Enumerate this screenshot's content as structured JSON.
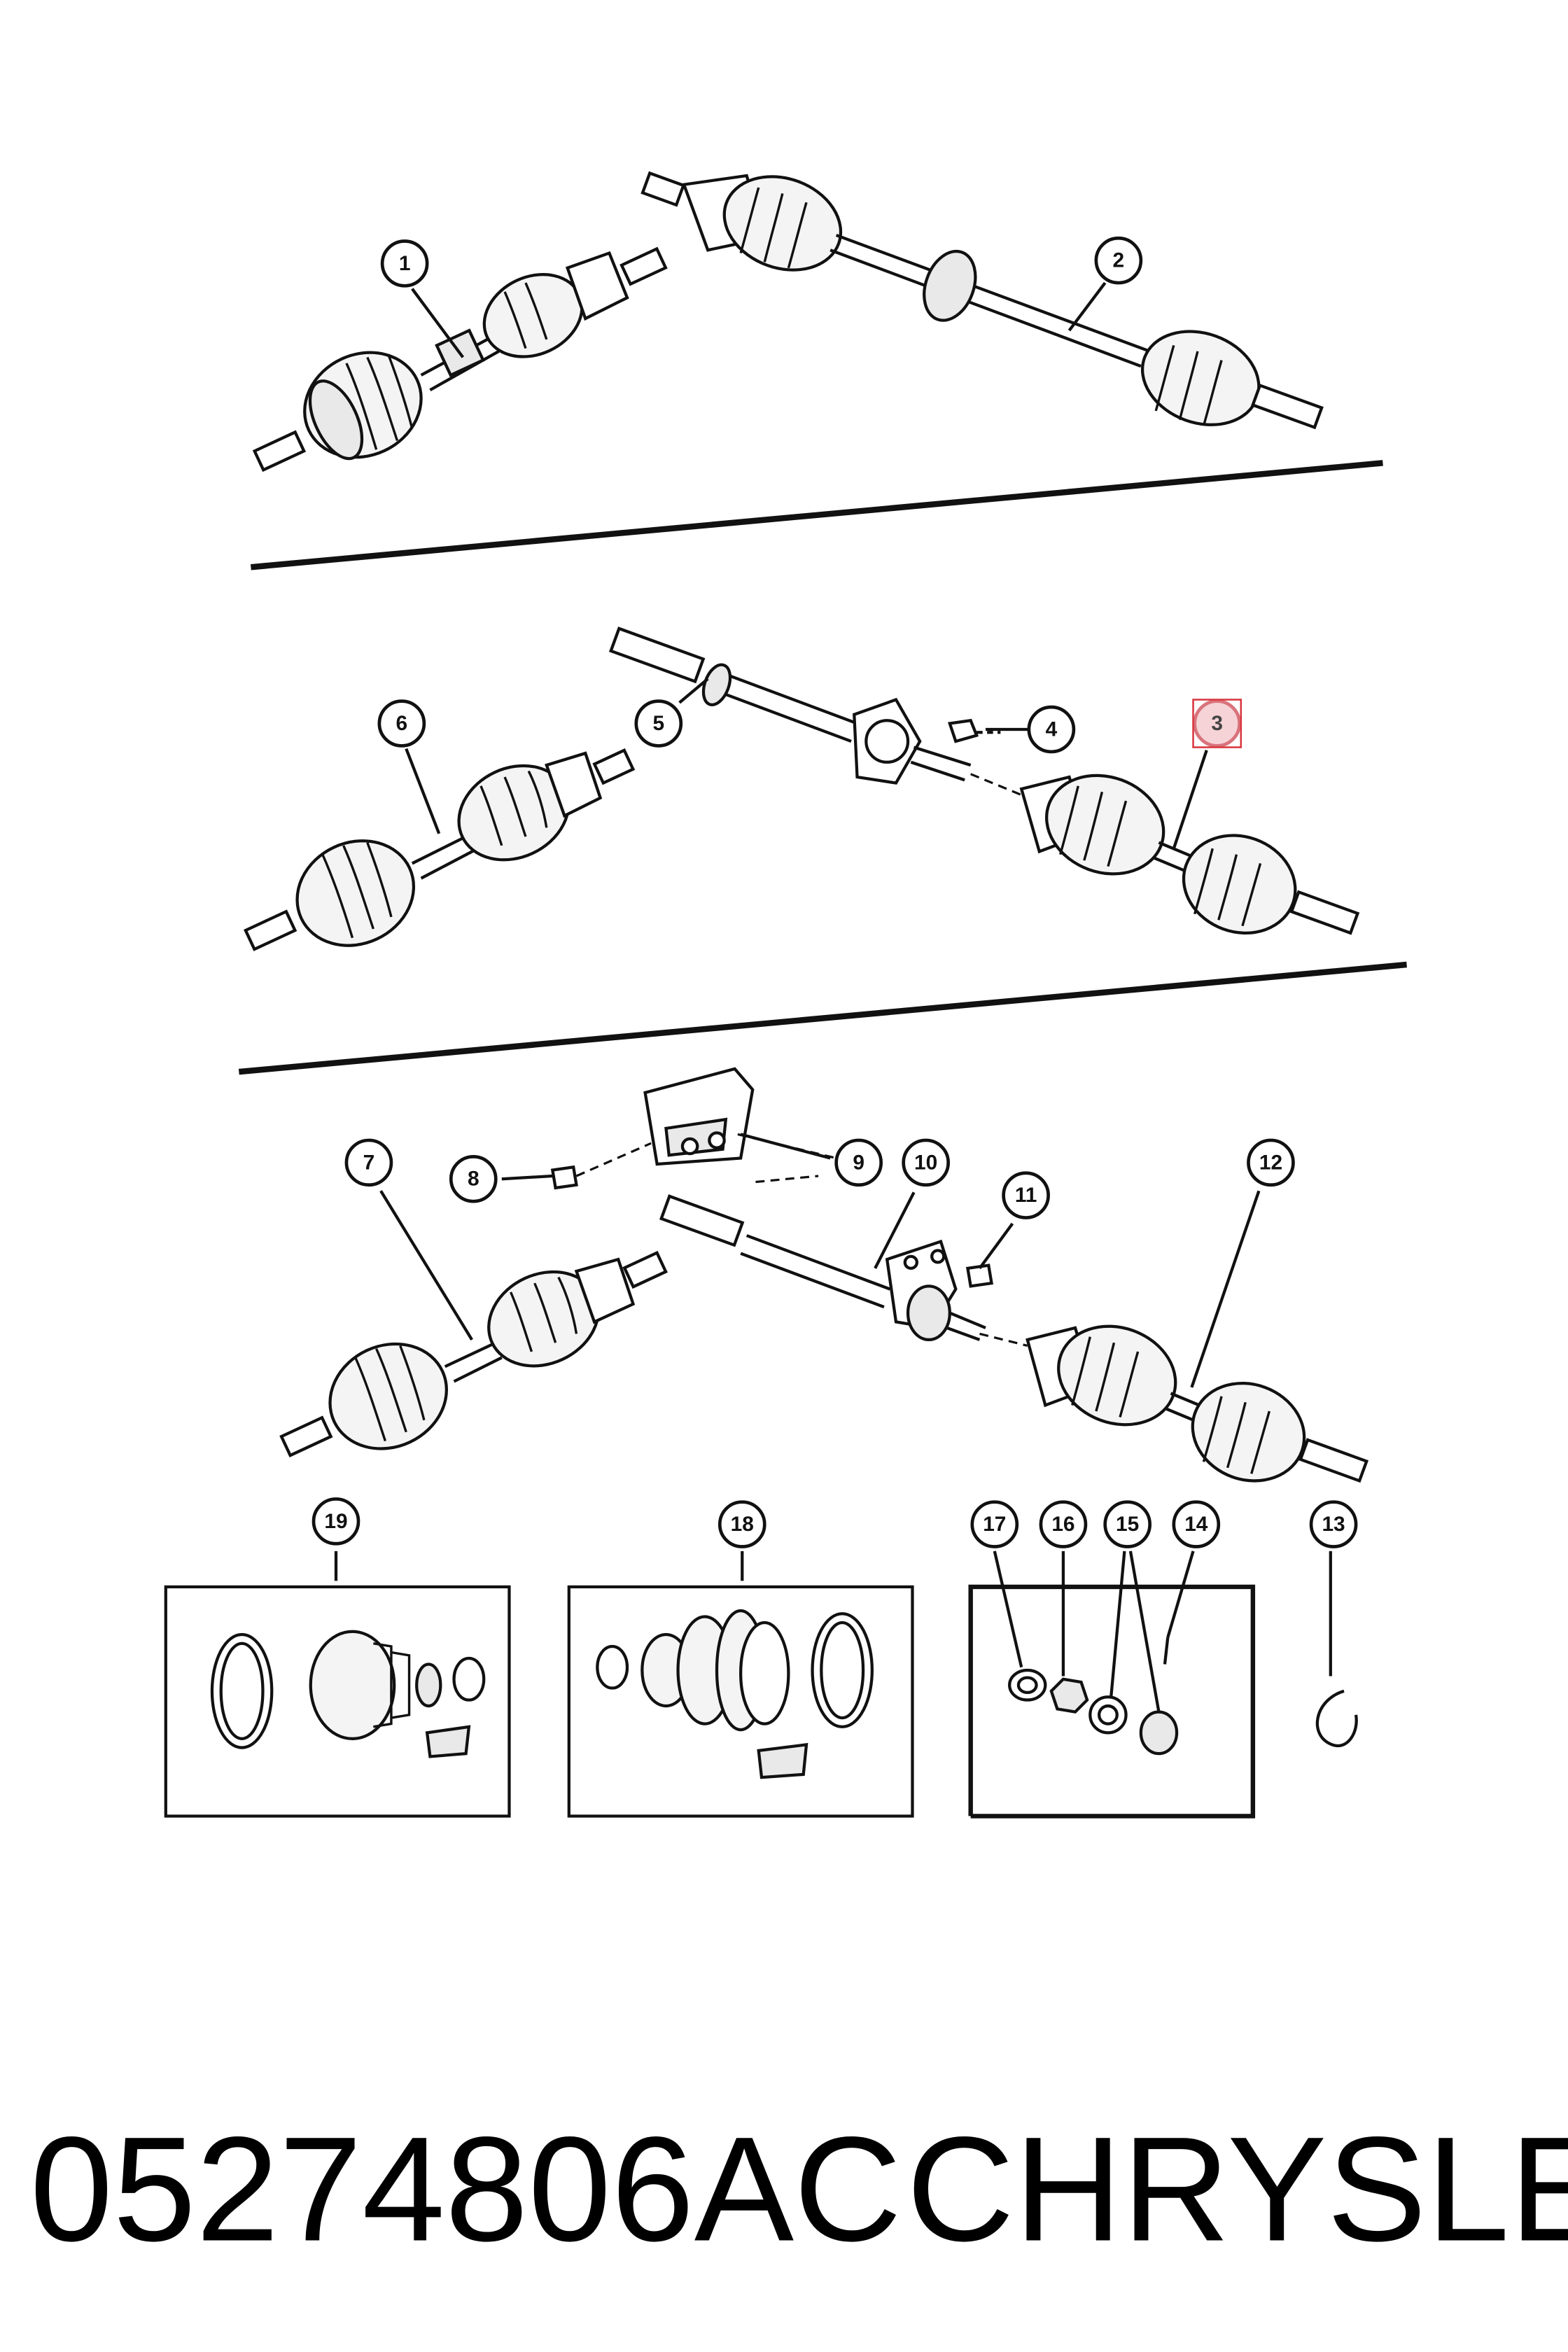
{
  "footer": {
    "part_number": "05274806AC",
    "brand": "CHRYSLER"
  },
  "callouts": [
    {
      "id": "1",
      "label": "1",
      "highlighted": false
    },
    {
      "id": "2",
      "label": "2",
      "highlighted": false
    },
    {
      "id": "3",
      "label": "3",
      "highlighted": true,
      "highlight_color": "#d9373f"
    },
    {
      "id": "4",
      "label": "4",
      "highlighted": false
    },
    {
      "id": "5",
      "label": "5",
      "highlighted": false
    },
    {
      "id": "6",
      "label": "6",
      "highlighted": false
    },
    {
      "id": "7",
      "label": "7",
      "highlighted": false
    },
    {
      "id": "8",
      "label": "8",
      "highlighted": false
    },
    {
      "id": "9",
      "label": "9",
      "highlighted": false
    },
    {
      "id": "10",
      "label": "10",
      "highlighted": false
    },
    {
      "id": "11",
      "label": "11",
      "highlighted": false
    },
    {
      "id": "12",
      "label": "12",
      "highlighted": false
    },
    {
      "id": "13",
      "label": "13",
      "highlighted": false
    },
    {
      "id": "14",
      "label": "14",
      "highlighted": false
    },
    {
      "id": "15",
      "label": "15",
      "highlighted": false
    },
    {
      "id": "16",
      "label": "16",
      "highlighted": false
    },
    {
      "id": "17",
      "label": "17",
      "highlighted": false
    },
    {
      "id": "18",
      "label": "18",
      "highlighted": false
    },
    {
      "id": "19",
      "label": "19",
      "highlighted": false
    }
  ]
}
